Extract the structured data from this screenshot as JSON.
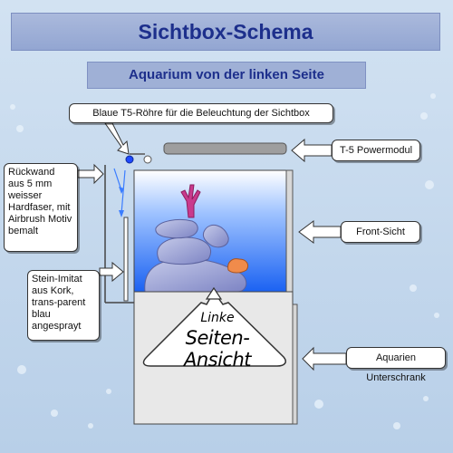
{
  "header": {
    "title": "Sichtbox-Schema",
    "subtitle": "Aquarium von der linken Seite"
  },
  "labels": {
    "tube": "Blaue T5-Röhre für die Beleuchtung der Sichtbox",
    "powermodul": "T-5 Powermodul",
    "rueckwand": "Rückwand aus 5 mm weisser Hardfaser, mit Airbrush Motiv bemalt",
    "front": "Front-Sicht",
    "stein": "Stein-Imitat aus Kork, trans-parent blau angesprayt",
    "unterschrank": "Aquarien Unterschrank",
    "seite_line1": "Linke",
    "seite_line2": "Seiten-Ansicht"
  },
  "colors": {
    "background": "#c9dcef",
    "title_text": "#1d2f8c",
    "water_top": "#ffffff",
    "water_bottom": "#1b62f2",
    "tube": "#1f49ff",
    "cabinet": "#e8e8e8",
    "coral": "#c93a8d",
    "rock": "#9aa0d6",
    "anemone": "#f08b4b"
  }
}
